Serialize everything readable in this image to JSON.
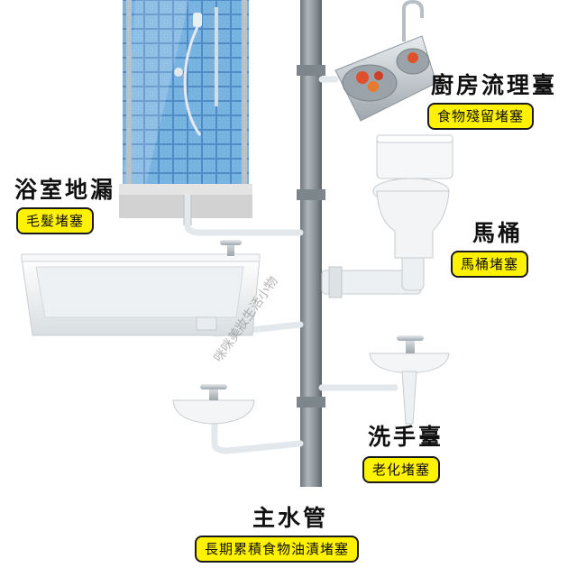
{
  "watermark": "咪咪美妝生活小物",
  "callouts": {
    "kitchen_sink": {
      "title": "廚房流理臺",
      "issue": "食物殘留堵塞"
    },
    "shower_drain": {
      "title": "浴室地漏",
      "issue": "毛髮堵塞"
    },
    "toilet": {
      "title": "馬桶",
      "issue": "馬桶堵塞"
    },
    "washbasin": {
      "title": "洗手臺",
      "issue": "老化堵塞"
    },
    "main_pipe": {
      "title": "主水管",
      "issue": "長期累積食物油漬堵塞"
    }
  },
  "colors": {
    "pipe": "#8f989e",
    "branch_pipe": "#dfe5e9",
    "tile": "#5f9fd6",
    "porcelain": "#f4f6f7",
    "tag_fill": "#fff200",
    "fruit": "#e0502a"
  }
}
